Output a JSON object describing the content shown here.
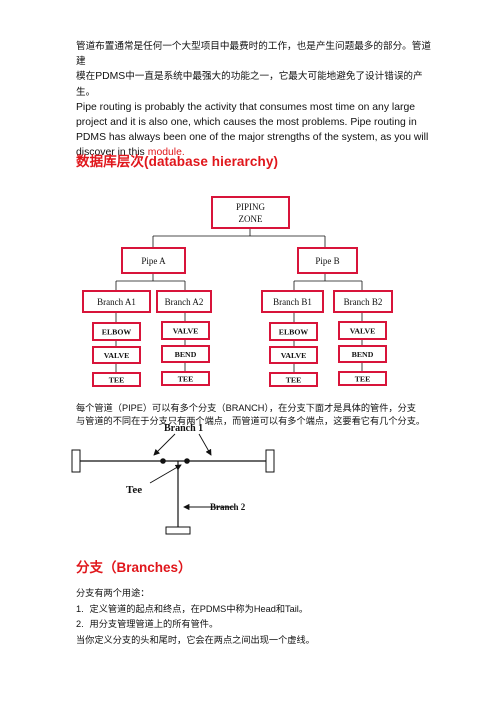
{
  "intro": {
    "cn_line1": "管道布置通常是任何一个大型项目中最费时的工作，也是产生问题最多的部分。管道建",
    "cn_line2_a": "模在",
    "cn_line2_pdms": "PDMS",
    "cn_line2_b": "中一直是系统中最强大的功能之一，它最大可能地避免了设计错误的产生。",
    "en_text": "Pipe routing is probably the activity that consumes most time on any large project and it is also one, which causes the most problems. Pipe routing in PDMS has always been one of the major strengths of the system, as you will discover in this",
    "en_highlight": "module."
  },
  "heading_hierarchy": "数据库层次(database hierarchy)",
  "hierarchy": {
    "zone_line1": "PIPING",
    "zone_line2": "ZONE",
    "pipe_a": "Pipe A",
    "pipe_b": "Pipe B",
    "branch_a1": "Branch A1",
    "branch_a2": "Branch A2",
    "branch_b1": "Branch B1",
    "branch_b2": "Branch B2",
    "a1_items": [
      "ELBOW",
      "VALVE",
      "TEE"
    ],
    "a2_items": [
      "VALVE",
      "BEND",
      "TEE"
    ],
    "b1_items": [
      "ELBOW",
      "VALVE",
      "TEE"
    ],
    "b2_items": [
      "VALVE",
      "BEND",
      "TEE"
    ],
    "colors": {
      "box_border": "#d8143a",
      "line": "#111111"
    }
  },
  "pipe_para": {
    "l1_a": "每个管道（",
    "l1_pipe": "PIPE",
    "l1_b": "）可以有多个分支（",
    "l1_branch": "BRANCH",
    "l1_c": "），在分支下面才是具体的管件，分支",
    "l2": "与管道的不同在于分支只有两个端点，而管道可以有多个端点，这要看它有几个分支。"
  },
  "branch_diagram": {
    "branch1": "Branch 1",
    "branch2": "Branch 2",
    "tee": "Tee"
  },
  "heading_branches": "分支（Branches）",
  "branches_list": {
    "intro": "分支有两个用途：",
    "item1_num": "1.",
    "item1_a": "定义管道的起点和终点，在",
    "item1_pdms": "PDMS",
    "item1_b": "中称为",
    "item1_head": "Head",
    "item1_c": "和",
    "item1_tail": "Tail",
    "item1_d": "。",
    "item2_num": "2.",
    "item2": "用分支管理管道上的所有管件。",
    "note": "当你定义分支的头和尾时，它会在两点之间出现一个虚线。"
  }
}
